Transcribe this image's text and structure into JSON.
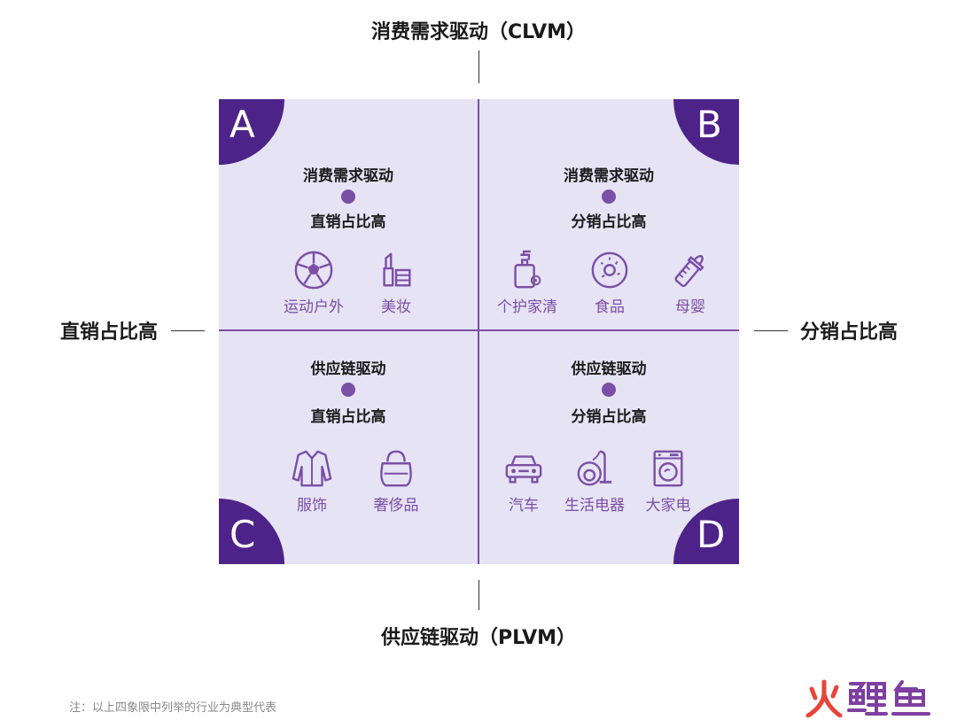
{
  "axes": {
    "top": "消费需求驱动（CLVM）",
    "bottom": "供应链驱动（PLVM）",
    "left": "直销占比高",
    "right": "分销占比高"
  },
  "quadrants": {
    "a": {
      "letter": "A",
      "line1": "消费需求驱动",
      "line2": "直销占比高",
      "items": [
        {
          "icon": "soccer-ball-icon",
          "label": "运动户外"
        },
        {
          "icon": "lipstick-icon",
          "label": "美妆"
        }
      ]
    },
    "b": {
      "letter": "B",
      "line1": "消费需求驱动",
      "line2": "分销占比高",
      "items": [
        {
          "icon": "pump-bottle-icon",
          "label": "个护家清"
        },
        {
          "icon": "donut-icon",
          "label": "食品"
        },
        {
          "icon": "baby-bottle-icon",
          "label": "母婴"
        }
      ]
    },
    "c": {
      "letter": "C",
      "line1": "供应链驱动",
      "line2": "直销占比高",
      "items": [
        {
          "icon": "jacket-icon",
          "label": "服饰"
        },
        {
          "icon": "handbag-icon",
          "label": "奢侈品"
        }
      ]
    },
    "d": {
      "letter": "D",
      "line1": "供应链驱动",
      "line2": "分销占比高",
      "items": [
        {
          "icon": "car-icon",
          "label": "汽车"
        },
        {
          "icon": "vacuum-cleaner-icon",
          "label": "生活电器"
        },
        {
          "icon": "washing-machine-icon",
          "label": "大家电"
        }
      ]
    }
  },
  "footnote": "注：以上四象限中列举的行业为典型代表",
  "logo_text": "火鲤鱼",
  "colors": {
    "accent": "#7b4fa5",
    "corner": "#4e2389",
    "grid_bg": "#e6e3f5",
    "logo_red": "#e9443a",
    "logo_purple": "#7e3fa0"
  }
}
